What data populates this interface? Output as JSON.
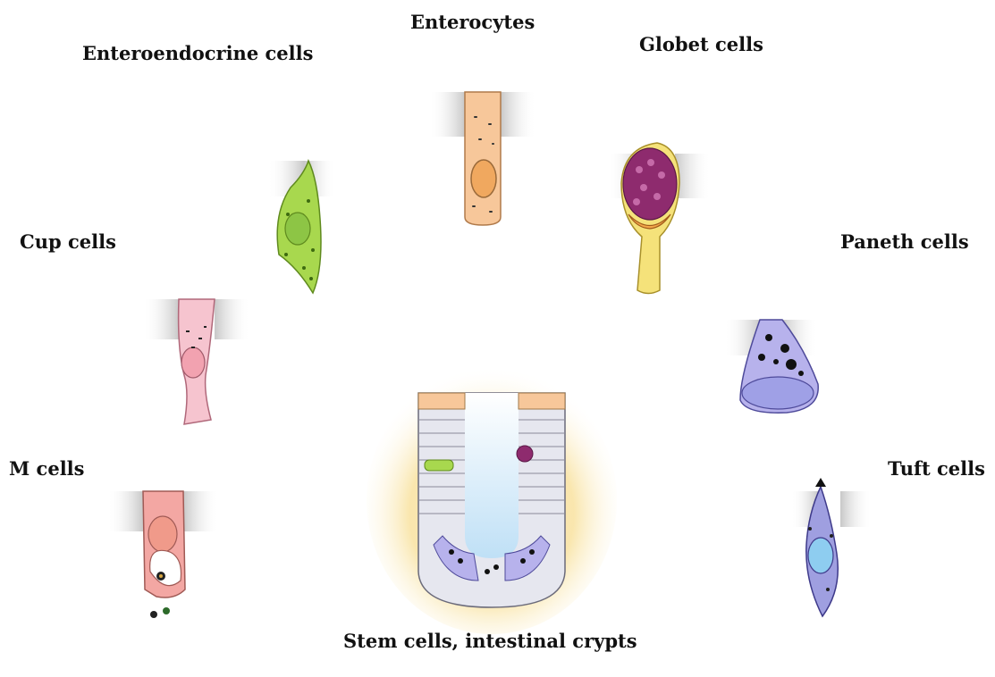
{
  "labels": {
    "enterocytes": "Enterocytes",
    "enteroendocrine": "Enteroendocrine cells",
    "goblet": "Globet cells",
    "cup": "Cup cells",
    "paneth": "Paneth cells",
    "m_cells": "M cells",
    "tuft": "Tuft cells",
    "stem": "Stem cells, intestinal crypts"
  },
  "colors": {
    "enterocyte": "#f7c79a",
    "enteroendocrine": "#a8d84e",
    "goblet_granules": "#8e2b6e",
    "goblet_body": "#f5e27a",
    "cup": "#f6c4cf",
    "paneth": "#b7b2ec",
    "m_cell": "#f3a7a3",
    "tuft": "#9f9fe0",
    "crypt_glow": "#f6dc8a",
    "crypt_lumen": "#cfe7f7"
  }
}
